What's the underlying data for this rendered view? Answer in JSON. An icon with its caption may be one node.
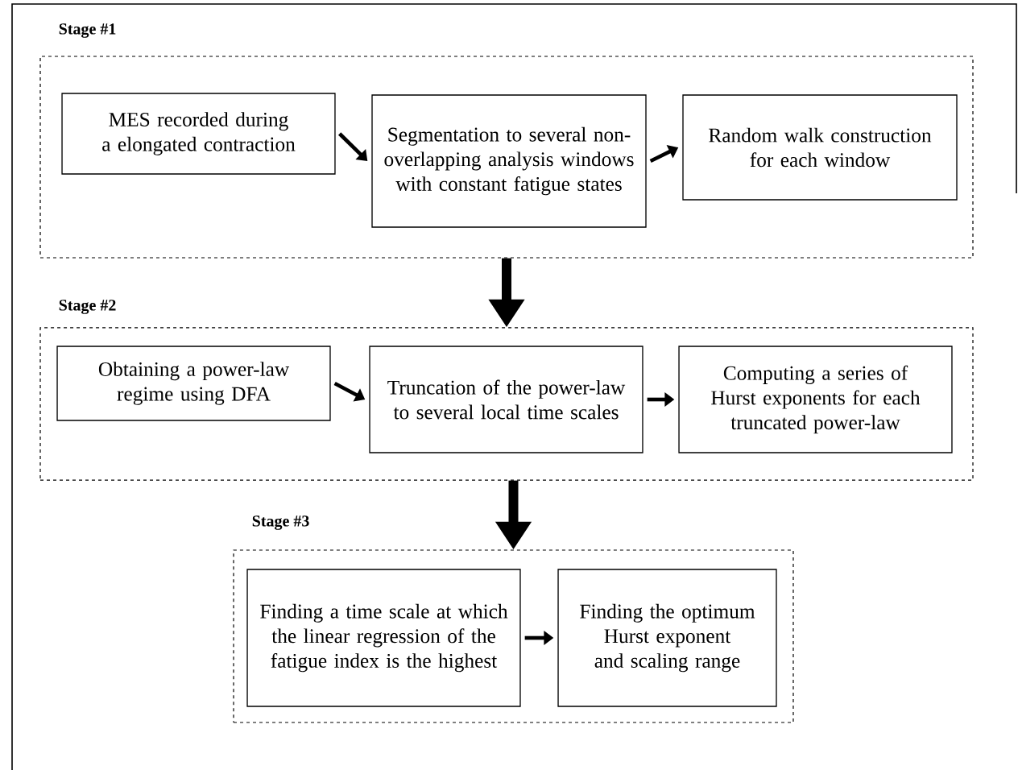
{
  "diagram": {
    "nodes": [
      {
        "text": [
          "Stage #1"
        ]
      },
      {
        "text": [
          "MES recorded during a elongated contraction"
        ],
        "in": 0
      },
      {
        "text": [
          "Segmentation to several non-overlapping analysis windows with constant fatigue states"
        ],
        "in": 0
      },
      {
        "text": [
          "Random walk construction for each window"
        ],
        "in": 0
      },
      {
        "text": [
          "Stage #2"
        ]
      },
      {
        "text": [
          "Obtaining a power-law regime using DFA"
        ],
        "in": 4
      },
      {
        "text": [
          "Truncation of the power-law to several local time scales"
        ],
        "in": 4
      },
      {
        "text": [
          "Computing a series of Hurst exponents for each truncated power-law"
        ],
        "in": 4
      },
      {
        "text": [
          "Stage #3"
        ]
      },
      {
        "text": [
          "Finding a time scale at which the linear regression of the fatigue index is the highest"
        ],
        "in": 8
      },
      {
        "text": [
          "Finding the optimum Hurst exponent and scaling range"
        ],
        "in": 8
      }
    ],
    "edges": [
      {
        "from": 1,
        "to": 2,
        "arrow": "to"
      },
      {
        "from": 2,
        "to": 3,
        "arrow": "to"
      },
      {
        "from": 0,
        "to": 4,
        "arrow": "to",
        "style": "thick"
      },
      {
        "from": 5,
        "to": 6,
        "arrow": "to"
      },
      {
        "from": 6,
        "to": 7,
        "arrow": "to"
      },
      {
        "from": 4,
        "to": 8,
        "arrow": "to",
        "style": "thick"
      },
      {
        "from": 9,
        "to": 10,
        "arrow": "to"
      }
    ]
  }
}
